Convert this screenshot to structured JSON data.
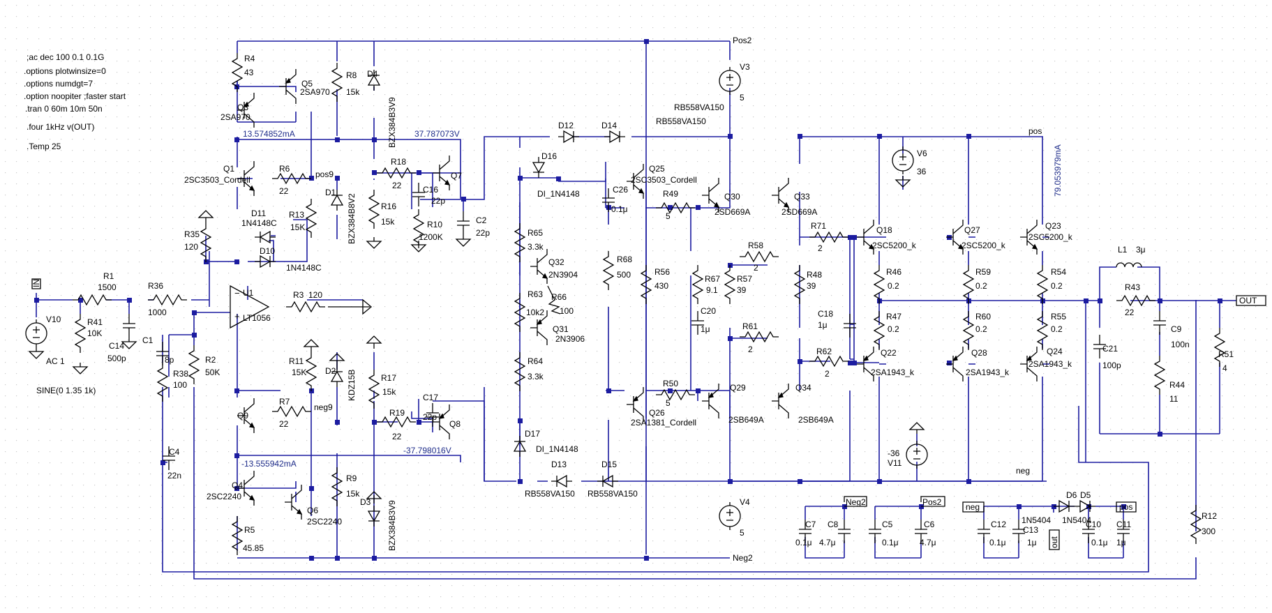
{
  "directives": [
    ";ac dec 100 0.1 0.1G",
    ".options plotwinsize=0",
    ".options numdgt=7",
    ".option noopiter ;faster start",
    ".tran 0 60m 10m 50n",
    ".four 1kHz v(OUT)",
    ".Temp 25"
  ],
  "nets": {
    "pos2": "Pos2",
    "neg2": "Neg2",
    "pos": "pos",
    "neg": "neg",
    "pos9": "pos9",
    "neg9": "neg9",
    "out": "OUT",
    "neg_flag": "neg",
    "pos_flag": "pos",
    "out_flag": "out",
    "in_flag": "IN"
  },
  "measurements": {
    "i_q3": "13.574852mA",
    "v_top": "37.787073V",
    "i_q4": "-13.555942mA",
    "v_bot": "-37.798016V",
    "i_out": "79.053979mA"
  },
  "sources": {
    "v10": {
      "ref": "V10",
      "ac": "AC 1",
      "wave": "SINE(0 1.35 1k)"
    },
    "v3": {
      "ref": "V3",
      "value": "5"
    },
    "v4": {
      "ref": "V4",
      "value": "5"
    },
    "v6": {
      "ref": "V6",
      "value": "36"
    },
    "v11": {
      "ref": "V11",
      "value": "-36"
    }
  },
  "resistors": {
    "r1": [
      "R1",
      "1500"
    ],
    "r41": [
      "R41",
      "10K"
    ],
    "r36": [
      "R36",
      "1000"
    ],
    "r38": [
      "R38",
      "100"
    ],
    "r2": [
      "R2",
      "50K"
    ],
    "r35": [
      "R35",
      "120"
    ],
    "r3": [
      "R3",
      "120"
    ],
    "r4": [
      "R4",
      "43"
    ],
    "r5": [
      "R5",
      "45.85"
    ],
    "r6": [
      "R6",
      "22"
    ],
    "r7": [
      "R7",
      "22"
    ],
    "r8": [
      "R8",
      "15k"
    ],
    "r9": [
      "R9",
      "15k"
    ],
    "r11": [
      "R11",
      "15K"
    ],
    "r13": [
      "R13",
      "15K"
    ],
    "r16": [
      "R16",
      "15k"
    ],
    "r17": [
      "R17",
      "15k"
    ],
    "r18": [
      "R18",
      "22"
    ],
    "r19": [
      "R19",
      "22"
    ],
    "r10": [
      "R10",
      "1200K"
    ],
    "r65": [
      "R65",
      "3.3k"
    ],
    "r63": [
      "R63",
      "10k2"
    ],
    "r66": [
      "R66",
      "100"
    ],
    "r64": [
      "R64",
      "3.3k"
    ],
    "r68": [
      "R68",
      "500"
    ],
    "r49": [
      "R49",
      "5"
    ],
    "r50": [
      "R50",
      "5"
    ],
    "r56": [
      "R56",
      "430"
    ],
    "r67": [
      "R67",
      "9.1"
    ],
    "r57": [
      "R57",
      "39"
    ],
    "r58": [
      "R58",
      "2"
    ],
    "r61": [
      "R61",
      "2"
    ],
    "r48": [
      "R48",
      "39"
    ],
    "r71": [
      "R71",
      "2"
    ],
    "r62": [
      "R62",
      "2"
    ],
    "r46": [
      "R46",
      "0.2"
    ],
    "r47": [
      "R47",
      "0.2"
    ],
    "r59": [
      "R59",
      "0.2"
    ],
    "r60": [
      "R60",
      "0.2"
    ],
    "r54": [
      "R54",
      "0.2"
    ],
    "r55": [
      "R55",
      "0.2"
    ],
    "r43": [
      "R43",
      "22"
    ],
    "r44": [
      "R44",
      "11"
    ],
    "r51": [
      "R51",
      "4"
    ],
    "r12": [
      "R12",
      "300"
    ]
  },
  "capacitors": {
    "c14": [
      "C14",
      "500p"
    ],
    "c1": [
      "C1",
      "8p"
    ],
    "c4": [
      "C4",
      "22n"
    ],
    "c16": [
      "C16",
      "22p"
    ],
    "c2": [
      "C2",
      "22p"
    ],
    "c17": [
      "C17",
      "22p"
    ],
    "c26": [
      "C26",
      "0.1μ"
    ],
    "c20": [
      "C20",
      "1μ"
    ],
    "c18": [
      "C18",
      "1μ"
    ],
    "c21": [
      "C21",
      "100p"
    ],
    "c9": [
      "C9",
      "100n"
    ],
    "c7": [
      "C7",
      "0.1μ"
    ],
    "c8": [
      "C8",
      "4.7μ"
    ],
    "c5": [
      "C5",
      "0.1μ"
    ],
    "c6": [
      "C6",
      "4.7μ"
    ],
    "c12": [
      "C12",
      "0.1μ"
    ],
    "c13": [
      "C13",
      "1μ"
    ],
    "c10": [
      "C10",
      "0.1μ"
    ],
    "c11": [
      "C11",
      "1μ"
    ]
  },
  "inductors": {
    "l1": [
      "L1",
      "3μ"
    ]
  },
  "diodes": {
    "d4": [
      "D4",
      "BZX384B3V9"
    ],
    "d1": [
      "D1",
      "BZX384B8V2"
    ],
    "d2": [
      "D2",
      "KDZ15B"
    ],
    "d3": [
      "D3",
      "BZX384B3V9"
    ],
    "d11": [
      "D11",
      "1N4148C"
    ],
    "d10": [
      "D10",
      "1N4148C"
    ],
    "d12": [
      "D12",
      "RB558VA150"
    ],
    "d14": [
      "D14",
      "RB558VA150"
    ],
    "d13": [
      "D13",
      "RB558VA150"
    ],
    "d15": [
      "D15",
      "RB558VA150"
    ],
    "d16": [
      "D16",
      "DI_1N4148"
    ],
    "d17": [
      "D17",
      "DI_1N4148"
    ],
    "d5": [
      "D5",
      "1N5404"
    ],
    "d6": [
      "D6",
      "1N5404"
    ]
  },
  "transistors": {
    "q1": [
      "Q1",
      "2SC3503_Cordell"
    ],
    "q3": [
      "Q3",
      "2SA970"
    ],
    "q5": [
      "Q5",
      "2SA970"
    ],
    "q9": [
      "Q9",
      ""
    ],
    "q4": [
      "Q4",
      "2SC2240"
    ],
    "q6": [
      "Q6",
      "2SC2240"
    ],
    "q7": [
      "Q7",
      ""
    ],
    "q8": [
      "Q8",
      ""
    ],
    "q32": [
      "Q32",
      "2N3904"
    ],
    "q31": [
      "Q31",
      "2N3906"
    ],
    "q25": [
      "Q25",
      "2SC3503_Cordell"
    ],
    "q26": [
      "Q26",
      "2SA1381_Cordell"
    ],
    "q30": [
      "Q30",
      "2SD669A"
    ],
    "q33": [
      "Q33",
      "2SD669A"
    ],
    "q29": [
      "Q29",
      "2SB649A"
    ],
    "q34": [
      "Q34",
      "2SB649A"
    ],
    "q18": [
      "Q18",
      "2SC5200_k"
    ],
    "q27": [
      "Q27",
      "2SC5200_k"
    ],
    "q23": [
      "Q23",
      "2SC5200_k"
    ],
    "q22": [
      "Q22",
      "2SA1943_k"
    ],
    "q28": [
      "Q28",
      "2SA1943_k"
    ],
    "q24": [
      "Q24",
      "2SA1943_k"
    ]
  },
  "opamp": {
    "ref": "U1",
    "model": "LT1056"
  }
}
